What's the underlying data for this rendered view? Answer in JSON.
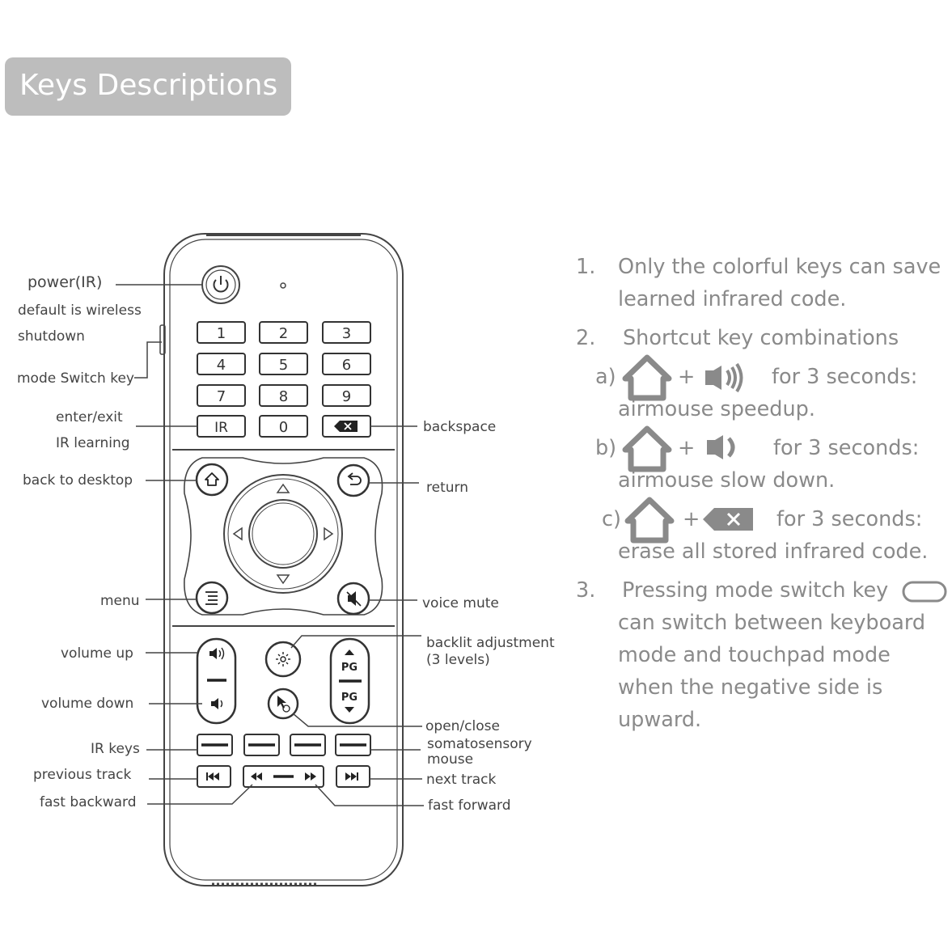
{
  "title": "Keys Descriptions",
  "remote": {
    "number_keys": [
      "1",
      "2",
      "3",
      "4",
      "5",
      "6",
      "7",
      "8",
      "9",
      "IR",
      "0"
    ],
    "pg_label": "PG"
  },
  "labels": {
    "power": "power(IR)",
    "power_desc1": "default is wireless",
    "power_desc2": "shutdown",
    "mode_switch": "mode Switch key",
    "enter_exit": "enter/exit",
    "ir_learning": "IR learning",
    "backspace": "backspace",
    "back_to_desktop": "back to desktop",
    "return": "return",
    "menu": "menu",
    "voice_mute": "voice mute",
    "volume_up": "volume up",
    "volume_down": "volume down",
    "backlit1": "backlit adjustment",
    "backlit2": "(3 levels)",
    "open_close1": "open/close",
    "open_close2": "somatosensory",
    "open_close3": "mouse",
    "ir_keys": "IR keys",
    "previous_track": "previous track",
    "next_track": "next track",
    "fast_backward": "fast backward",
    "fast_forward": "fast forward"
  },
  "notes": {
    "n1_num": "1.",
    "n1_l1": "Only the colorful keys can save",
    "n1_l2": "learned infrared code.",
    "n2_num": "2.",
    "n2_l1": "Shortcut key combinations",
    "a_label": "a)",
    "a_for": "for 3 seconds:",
    "a_desc": "airmouse speedup.",
    "b_label": "b)",
    "b_for": "for 3 seconds:",
    "b_desc": "airmouse slow down.",
    "c_label": "c)",
    "c_for": "for 3 seconds:",
    "c_desc": "erase all stored infrared code.",
    "plus": "+",
    "n3_num": "3.",
    "n3_l1": "Pressing mode switch key",
    "n3_l2": "can switch between keyboard",
    "n3_l3": "mode and touchpad mode",
    "n3_l4": "when the negative side is",
    "n3_l5": "upward."
  },
  "colors": {
    "line": "#444444",
    "note_text": "#8a8a8a",
    "icon_gray": "#8a8a8a",
    "title_bg": "#bdbdbd"
  },
  "icons": [
    "power-icon",
    "home-icon",
    "return-icon",
    "menu-icon",
    "mute-icon",
    "volume-up-icon",
    "volume-down-icon",
    "backlight-icon",
    "mouse-icon",
    "backspace-icon",
    "previous-track-icon",
    "rewind-icon",
    "fast-forward-icon",
    "next-track-icon"
  ]
}
